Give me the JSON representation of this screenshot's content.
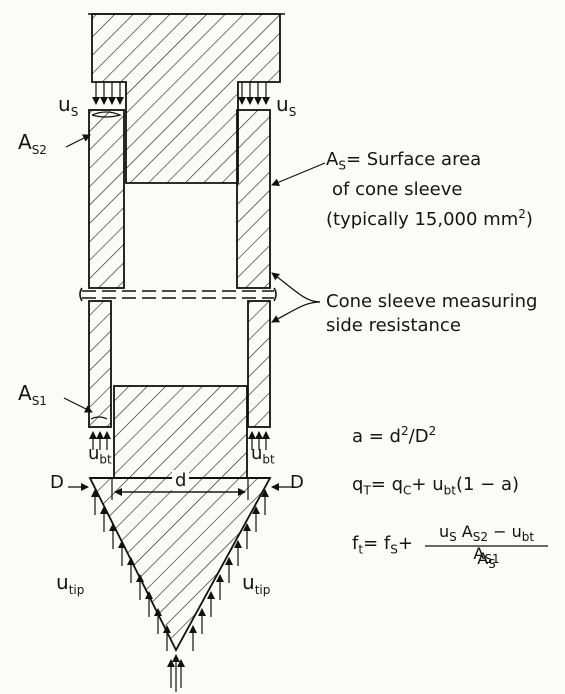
{
  "labels": {
    "us_left": "u",
    "us_left_sub": "S",
    "us_right": "u",
    "us_right_sub": "S",
    "as2": "A",
    "as2_sub": "S2",
    "as1": "A",
    "as1_sub": "S1",
    "ubt_left": "u",
    "ubt_left_sub": "bt",
    "ubt_right": "u",
    "ubt_right_sub": "bt",
    "d_small_left": "D",
    "d_small_right": "D",
    "d_inner": "d",
    "utip_left": "u",
    "utip_left_sub": "tip",
    "utip_right": "u",
    "utip_right_sub": "tip"
  },
  "annotations": {
    "surface_line1_a": "A",
    "surface_line1_sub": "S",
    "surface_line1_b": "= Surface area",
    "surface_line2": "of cone sleeve",
    "surface_line3_a": "(typically 15,000 mm",
    "surface_line3_sup": "2",
    "surface_line3_b": ")",
    "sleeve_line1": "Cone sleeve measuring",
    "sleeve_line2": "side resistance"
  },
  "equations": {
    "a_eq_a": "a = d",
    "a_eq_sup1": "2",
    "a_eq_b": "/D",
    "a_eq_sup2": "2",
    "qt_a": "q",
    "qt_sub1": "T",
    "qt_b": "= q",
    "qt_sub2": "C",
    "qt_c": "+ u",
    "qt_sub3": "bt",
    "qt_d": "(1 − a)",
    "ft_a": "f",
    "ft_sub1": "t",
    "ft_b": "= f",
    "ft_sub2": "S",
    "ft_c": "+",
    "ft_num_a": "u",
    "ft_num_sub1": "S",
    "ft_num_b": " A",
    "ft_num_sub2": "S2",
    "ft_num_c": " − u",
    "ft_num_sub3": "bt",
    "ft_num_d": " A",
    "ft_num_sub4": "S1",
    "ft_den_a": "A",
    "ft_den_sub": "S"
  }
}
